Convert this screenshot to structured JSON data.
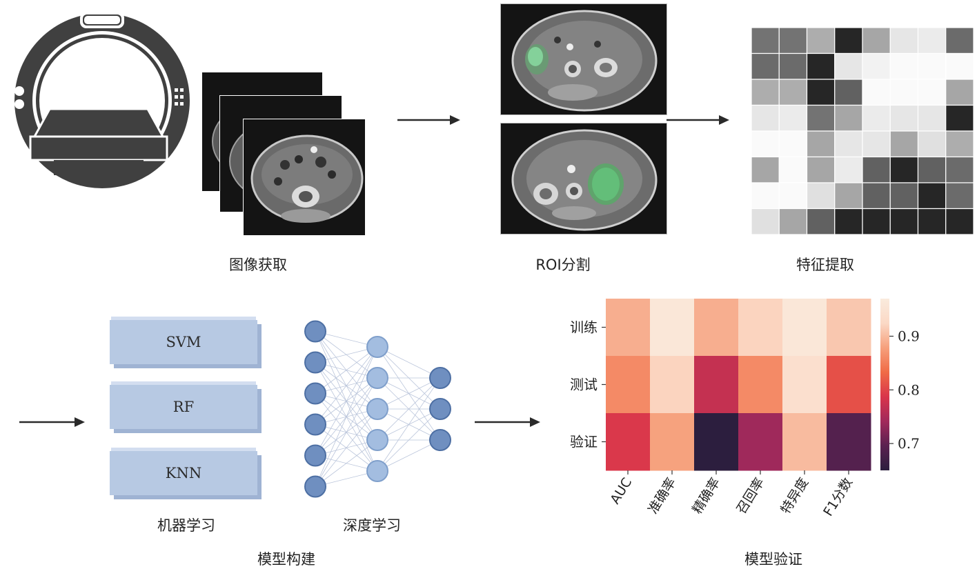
{
  "stage_labels": {
    "acquisition": "图像获取",
    "roi": "ROI分割",
    "features": "特征提取",
    "ml": "机器学习",
    "dl": "深度学习",
    "model_build": "模型构建",
    "model_validate": "模型验证"
  },
  "models": [
    "SVM",
    "RF",
    "KNN"
  ],
  "feature_grid": [
    [
      0.45,
      0.45,
      0.68,
      0.15,
      0.65,
      0.9,
      0.92,
      0.42
    ],
    [
      0.42,
      0.42,
      0.15,
      0.9,
      0.95,
      0.98,
      0.98,
      0.98
    ],
    [
      0.68,
      0.68,
      0.15,
      0.38,
      0.98,
      0.98,
      0.98,
      0.65
    ],
    [
      0.9,
      0.92,
      0.45,
      0.65,
      0.92,
      0.9,
      0.9,
      0.15
    ],
    [
      0.98,
      0.98,
      0.65,
      0.9,
      0.9,
      0.65,
      0.88,
      0.68
    ],
    [
      0.65,
      0.98,
      0.65,
      0.92,
      0.38,
      0.15,
      0.38,
      0.42
    ],
    [
      0.98,
      0.98,
      0.88,
      0.65,
      0.38,
      0.38,
      0.15,
      0.42
    ],
    [
      0.88,
      0.65,
      0.38,
      0.15,
      0.15,
      0.15,
      0.15,
      0.15
    ]
  ],
  "neural_net_layers": [
    6,
    5,
    3
  ],
  "chart_data": {
    "type": "heatmap",
    "rows": [
      "训练",
      "测试",
      "验证"
    ],
    "columns": [
      "AUC",
      "准确率",
      "精确率",
      "召回率",
      "特异度",
      "F1分数"
    ],
    "values": [
      [
        0.89,
        0.96,
        0.89,
        0.92,
        0.96,
        0.91
      ],
      [
        0.86,
        0.92,
        0.77,
        0.86,
        0.94,
        0.81
      ],
      [
        0.79,
        0.88,
        0.65,
        0.74,
        0.9,
        0.69
      ]
    ],
    "colorbar": {
      "min": 0.65,
      "max": 0.97,
      "ticks": [
        0.7,
        0.8,
        0.9
      ],
      "tick_labels": [
        "0.7",
        "0.8",
        "0.9"
      ],
      "colors": [
        "#2c1e3e",
        "#5a2150",
        "#a1295b",
        "#d9354b",
        "#f06b46",
        "#f6a07c",
        "#fbd9c6",
        "#faebdd"
      ]
    }
  }
}
